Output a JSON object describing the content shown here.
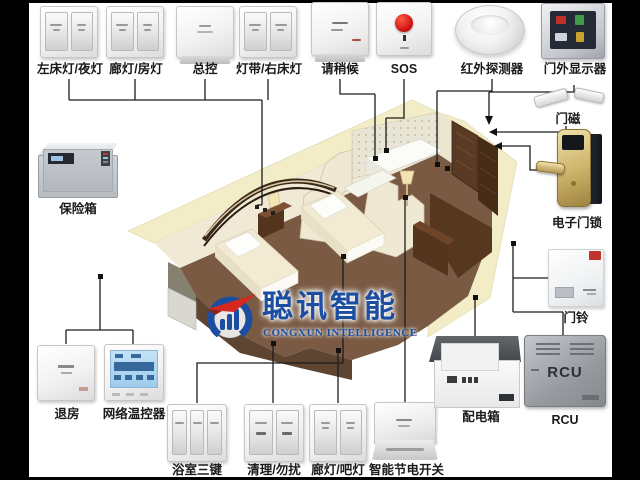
{
  "window": {
    "background": "#ffffff",
    "frame_color": "#000000"
  },
  "brand": {
    "logo_zh": "聪讯智能",
    "logo_en": "CONGXUN INTELLIGENCE",
    "blue": "#1b4ea0",
    "red": "#d7281f"
  },
  "room": {
    "description": "3D cutaway render of hotel guest room with two beds, arc headboard, bathroom, entrance door and wardrobe",
    "floor_color": "#7a5a43",
    "wall_color": "#efe9d5",
    "shell_color": "#f2edc6"
  },
  "devices": {
    "top": [
      {
        "name": "left-bed-light-night-light-switch",
        "label": "左床灯/夜灯"
      },
      {
        "name": "corridor-light-room-light-switch",
        "label": "廊灯/房灯"
      },
      {
        "name": "master-control-switch",
        "label": "总控"
      },
      {
        "name": "light-strip-right-bed-light-switch",
        "label": "灯带/右床灯"
      },
      {
        "name": "please-wait-panel",
        "label": "请稍候"
      },
      {
        "name": "sos-button",
        "label": "SOS"
      },
      {
        "name": "infrared-detector",
        "label": "红外探测器"
      },
      {
        "name": "door-display",
        "label": "门外显示器"
      }
    ],
    "right": [
      {
        "name": "door-magnet",
        "label": "门磁"
      },
      {
        "name": "electronic-door-lock",
        "label": "电子门锁"
      },
      {
        "name": "doorbell",
        "label": "门铃"
      }
    ],
    "left": [
      {
        "name": "safe-box",
        "label": "保险箱"
      }
    ],
    "bottom_left": [
      {
        "name": "checkout-switch",
        "label": "退房"
      },
      {
        "name": "network-thermostat",
        "label": "网络温控器"
      }
    ],
    "bottom_center": [
      {
        "name": "bathroom-three-key-switch",
        "label": "浴室三键"
      },
      {
        "name": "clean-dnd-switch",
        "label": "清理/勿扰"
      },
      {
        "name": "corridor-bar-light-switch",
        "label": "廊灯/吧灯"
      },
      {
        "name": "smart-energy-saver-switch",
        "label": "智能节电开关"
      }
    ],
    "bottom_right": [
      {
        "name": "power-distribution-box",
        "label": "配电箱"
      },
      {
        "name": "rcu-controller",
        "label": "RCU",
        "face_text": "RCU"
      }
    ]
  }
}
